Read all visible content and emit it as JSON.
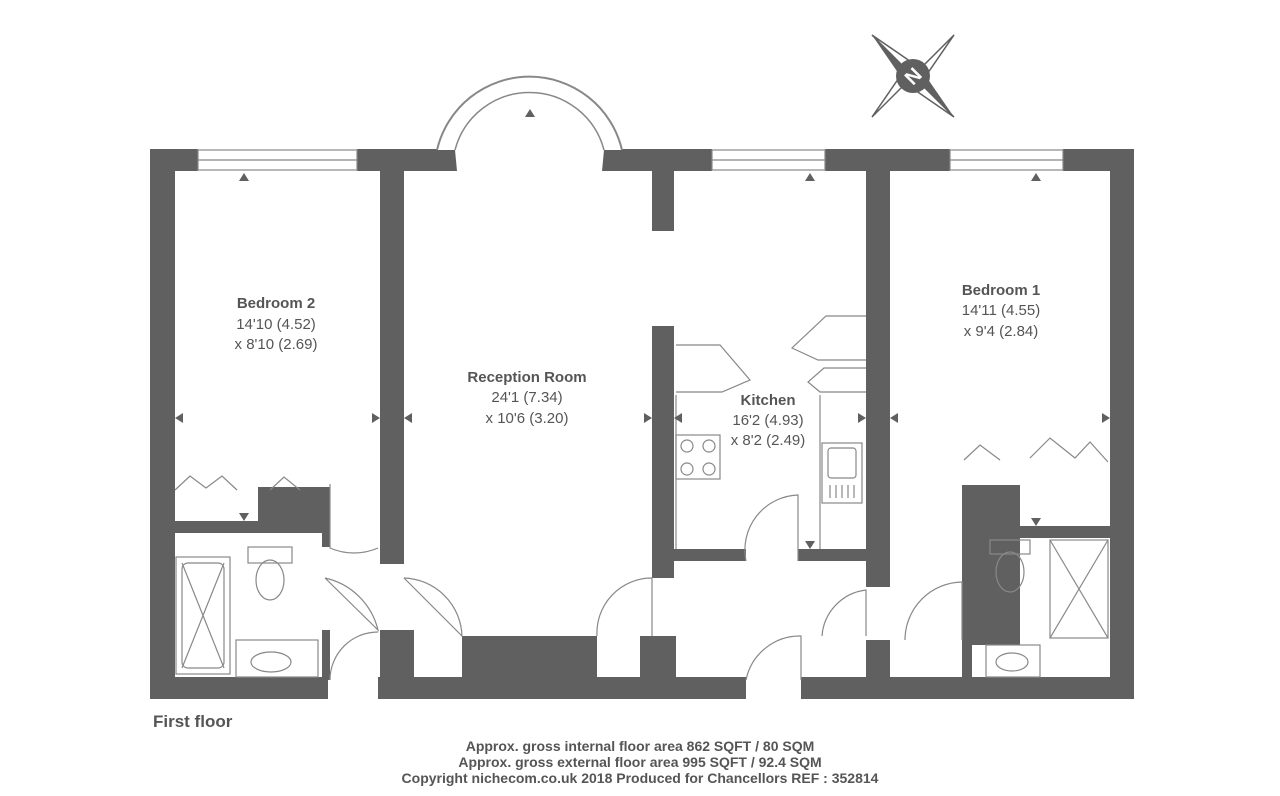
{
  "floor_label": "First floor",
  "rooms": {
    "bedroom2": {
      "name": "Bedroom 2",
      "dim1": "14'10 (4.52)",
      "dim2": "x 8'10 (2.69)"
    },
    "reception": {
      "name": "Reception Room",
      "dim1": "24'1 (7.34)",
      "dim2": "x 10'6 (3.20)"
    },
    "kitchen": {
      "name": "Kitchen",
      "dim1": "16'2 (4.93)",
      "dim2": "x 8'2 (2.49)"
    },
    "bedroom1": {
      "name": "Bedroom 1",
      "dim1": "14'11 (4.55)",
      "dim2": "x 9'4 (2.84)"
    }
  },
  "compass": {
    "label": "N",
    "icon": "north-compass-icon"
  },
  "footer": {
    "line1": "Approx. gross internal floor area 862 SQFT / 80 SQM",
    "line2": "Approx. gross external floor area 995 SQFT / 92.4 SQM",
    "line3": "Copyright nichecom.co.uk 2018 Produced for Chancellors REF : 352814"
  },
  "colors": {
    "wall": "#606060",
    "line": "#888888",
    "text": "#555555"
  }
}
